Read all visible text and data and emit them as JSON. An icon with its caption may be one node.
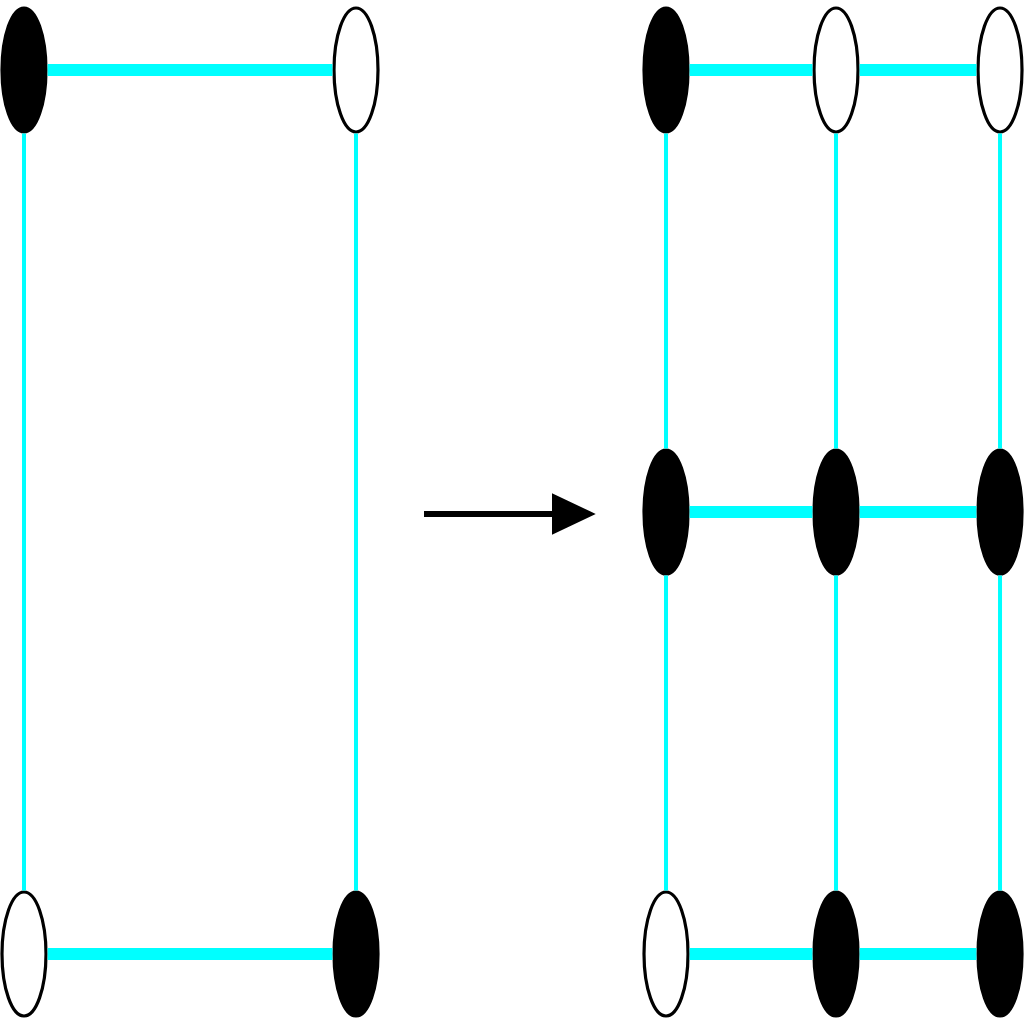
{
  "diagram": {
    "nodes": [
      {
        "text": [],
        "shape": "ellipse"
      },
      {
        "text": [],
        "shape": "ellipse"
      },
      {
        "text": [],
        "shape": "ellipse"
      },
      {
        "text": [],
        "shape": "ellipse"
      },
      {
        "text": [],
        "shape": "ellipse"
      },
      {
        "text": [],
        "shape": "ellipse"
      },
      {
        "text": [],
        "shape": "ellipse"
      },
      {
        "text": [],
        "shape": "ellipse"
      },
      {
        "text": [],
        "shape": "ellipse"
      },
      {
        "text": [],
        "shape": "ellipse"
      },
      {
        "text": [],
        "shape": "ellipse"
      },
      {
        "text": [],
        "shape": "ellipse"
      },
      {
        "text": [],
        "shape": "ellipse"
      }
    ],
    "edges": [
      {
        "from": 0,
        "to": 1,
        "arrow": "none",
        "style": "thick"
      },
      {
        "from": 0,
        "to": 2,
        "arrow": "none"
      },
      {
        "from": 1,
        "to": 3,
        "arrow": "none"
      },
      {
        "from": 2,
        "to": 3,
        "arrow": "none",
        "style": "thick"
      },
      {
        "from": 4,
        "to": 5,
        "arrow": "none",
        "style": "thick"
      },
      {
        "from": 5,
        "to": 6,
        "arrow": "none",
        "style": "thick"
      },
      {
        "from": 4,
        "to": 7,
        "arrow": "none"
      },
      {
        "from": 5,
        "to": 8,
        "arrow": "none"
      },
      {
        "from": 6,
        "to": 9,
        "arrow": "none"
      },
      {
        "from": 7,
        "to": 8,
        "arrow": "none",
        "style": "thick"
      },
      {
        "from": 8,
        "to": 9,
        "arrow": "none",
        "style": "thick"
      },
      {
        "from": 7,
        "to": 10,
        "arrow": "none"
      },
      {
        "from": 8,
        "to": 11,
        "arrow": "none"
      },
      {
        "from": 9,
        "to": 12,
        "arrow": "none"
      },
      {
        "from": 10,
        "to": 11,
        "arrow": "none",
        "style": "thick"
      },
      {
        "from": 11,
        "to": 12,
        "arrow": "none",
        "style": "thick"
      }
    ]
  }
}
